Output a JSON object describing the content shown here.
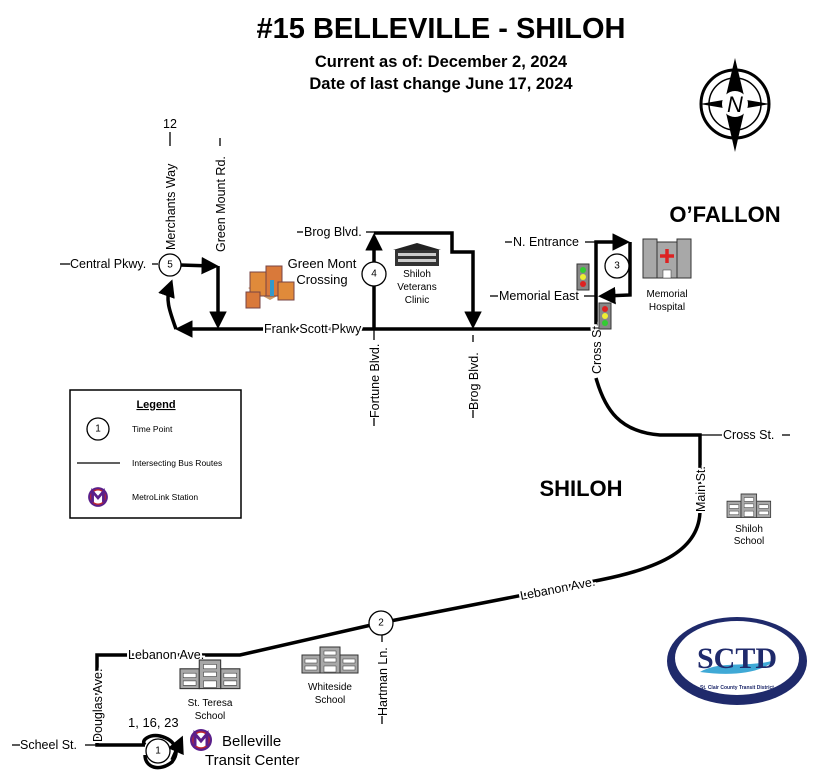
{
  "header": {
    "title": "#15 BELLEVILLE - SHILOH",
    "current_as_of": "Current as of: December 2, 2024",
    "last_change": "Date of last change June 17, 2024"
  },
  "north_arrow": {
    "letter": "N"
  },
  "cities": {
    "ofallon": "O’FALLON",
    "shiloh": "SHILOH"
  },
  "streets": {
    "merchants_way": "Merchants Way",
    "route_12": "12",
    "green_mount": "Green Mount Rd.",
    "central_pkwy": "Central Pkwy.",
    "frank_scott": "Frank Scott Pkwy",
    "brog_top": "Brog Blvd.",
    "brog_vertical": "Brog Blvd.",
    "fortune": "Fortune Blvd.",
    "n_entrance": "N. Entrance",
    "memorial_east": "Memorial East",
    "cross_st_vertical": "Cross St.",
    "cross_st": "Cross St.",
    "main_st": "Main St.",
    "lebanon_east": "Lebanon Ave.",
    "lebanon_west": "Lebanon Ave.",
    "hartman": "Hartman Ln.",
    "douglas": "Douglas Ave.",
    "scheel": "Scheel St.",
    "transfer_routes": "1, 16, 23"
  },
  "time_points": [
    "1",
    "2",
    "3",
    "4",
    "5"
  ],
  "landmarks": {
    "green_mont": [
      "Green Mont",
      "Crossing"
    ],
    "veterans_clinic": [
      "Shiloh",
      "Veterans",
      "Clinic"
    ],
    "memorial_hospital": [
      "Memorial",
      "Hospital"
    ],
    "shiloh_school": [
      "Shiloh",
      "School"
    ],
    "whiteside_school": [
      "Whiteside",
      "School"
    ],
    "st_teresa_school": [
      "St. Teresa",
      "School"
    ],
    "transit_center": [
      "Belleville",
      "Transit Center"
    ],
    "metrolink_letter": "M"
  },
  "legend": {
    "title": "Legend",
    "time_point_sample": "1",
    "time_point": "Time Point",
    "intersecting": "Intersecting Bus Routes",
    "metrolink": "MetroLink Station"
  },
  "logo": {
    "text": "SCTD",
    "subtitle": "St. Clair County Transit District",
    "color": "#1f2a6b",
    "accent": "#3fa9d6"
  },
  "colors": {
    "metrolink_purple": "#5a1f8a",
    "metrolink_red": "#c0272d"
  }
}
